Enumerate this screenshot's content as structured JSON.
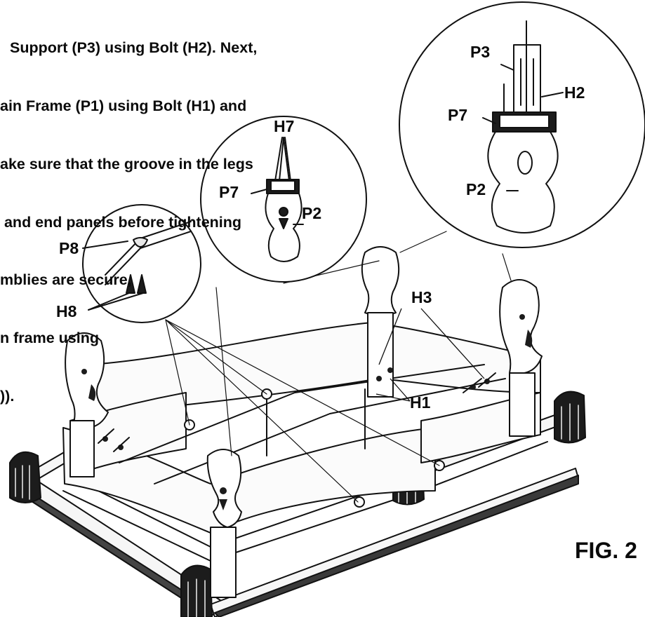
{
  "instructions": {
    "lines": [
      "Support (P3) using Bolt (H2). Next,",
      "ain Frame (P1) using Bolt (H1) and",
      "ake sure that the groove in the legs",
      " and end panels before tightening",
      "mblies are secure,",
      "n frame using",
      "))."
    ]
  },
  "callouts": {
    "p3": "P3",
    "h2": "H2",
    "p7_right": "P7",
    "p2_right": "P2",
    "h7": "H7",
    "p7_mid": "P7",
    "p2_mid": "P2",
    "p8": "P8",
    "h8": "H8",
    "h3": "H3",
    "h1": "H1"
  },
  "figure_label": "FIG. 2",
  "colors": {
    "ink": "#111111",
    "background": "#ffffff",
    "dark_fill": "#1c1c1c",
    "light_fill": "#f4f4f4"
  }
}
